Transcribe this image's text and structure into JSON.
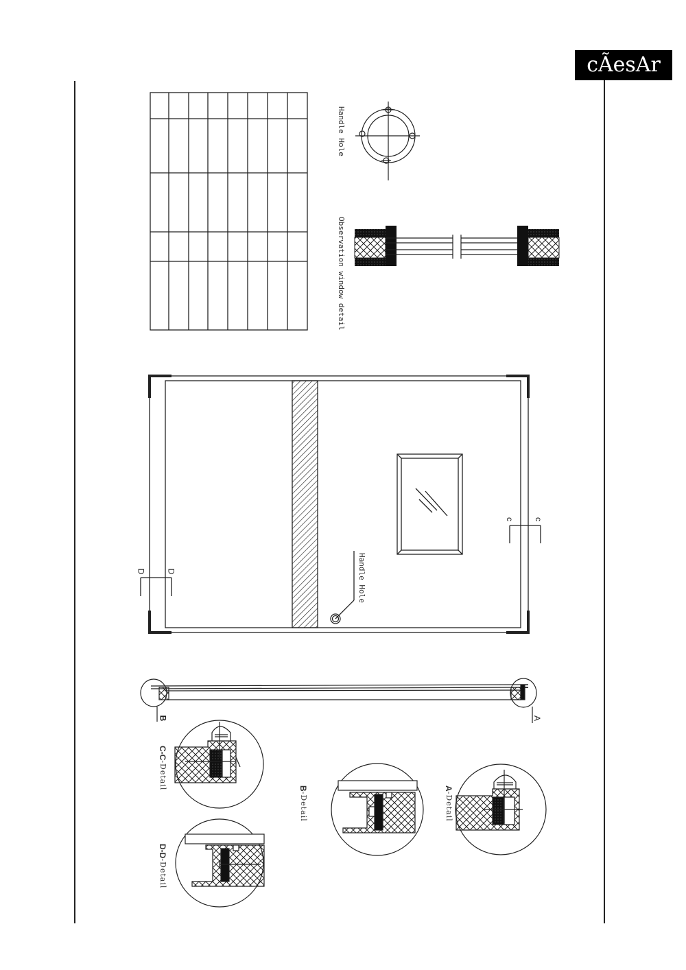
{
  "brand": {
    "logo_text": "cÃesAr",
    "logo_bg": "#000000",
    "logo_fg": "#ffffff"
  },
  "page": {
    "background": "#ffffff",
    "line_color": "#222222"
  },
  "table": {
    "columns": 8,
    "row_boundaries_y": [
      135,
      173,
      252,
      338,
      381,
      481
    ],
    "col_boundaries_x": [
      219,
      246,
      275,
      303,
      332,
      361,
      390,
      419,
      448
    ],
    "cells": []
  },
  "labels": {
    "handle_hole_top": "Handle Hole",
    "observation_window": "Observation window detail",
    "handle_hole_door": "Handle Hole",
    "section_c": "c",
    "section_d": "D",
    "marker_a": "A",
    "marker_b": "B",
    "cc_detail_bold": "C-C",
    "cc_detail_rest": "-Detail",
    "dd_detail_bold": "D-D",
    "dd_detail_rest": "-Detail",
    "b_detail_bold": "B",
    "b_detail_rest": "-Detail",
    "a_detail_bold": "A",
    "a_detail_rest": "-Detail"
  }
}
